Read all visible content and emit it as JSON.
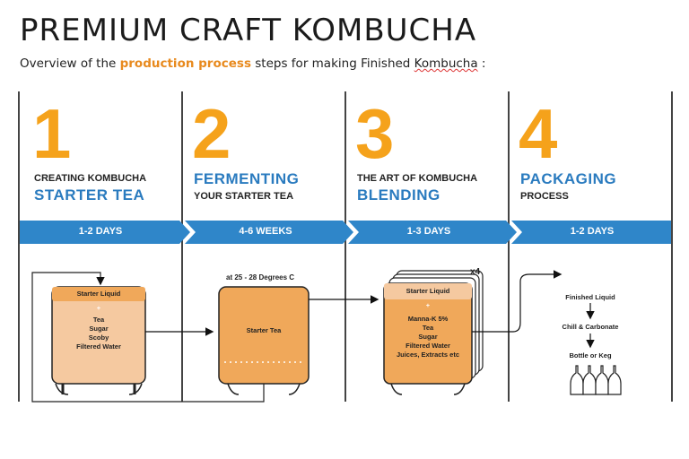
{
  "header": {
    "title": "PREMIUM CRAFT KOMBUCHA",
    "subtitle_pre": "Overview of the ",
    "subtitle_highlight": "production process",
    "subtitle_mid": " steps for making Finished ",
    "subtitle_word": "Kombucha",
    "subtitle_post": " :"
  },
  "steps": [
    {
      "number": "1",
      "small": "CREATING KOMBUCHA",
      "large": "STARTER TEA",
      "duration": "1-2 DAYS"
    },
    {
      "number": "2",
      "large": "FERMENTING",
      "small": "YOUR STARTER TEA",
      "duration": "4-6 WEEKS"
    },
    {
      "number": "3",
      "small": "THE ART OF KOMBUCHA",
      "large": "BLENDING",
      "duration": "1-3 DAYS"
    },
    {
      "number": "4",
      "large": "PACKAGING",
      "small": "PROCESS",
      "duration": "1-2 DAYS"
    }
  ],
  "tank1": {
    "top": "Starter Liquid",
    "plus": "+",
    "items": [
      "Tea",
      "Sugar",
      "Scoby",
      "Filtered Water"
    ]
  },
  "tank2": {
    "temp": "at 25 - 28 Degrees C",
    "label": "Starter Tea"
  },
  "tank3": {
    "top": "Starter Liquid",
    "plus": "+",
    "items": [
      "Manna-K 5%",
      "Tea",
      "Sugar",
      "Filtered Water",
      "Juices, Extracts etc"
    ],
    "multiplier": "x4"
  },
  "packaging": {
    "steps": [
      "Finished Liquid",
      "Chill & Carbonate",
      "Bottle or Keg"
    ]
  },
  "colors": {
    "orange": "#f5a21b",
    "blue": "#2a7bbf",
    "banner": "#2f86c9",
    "tank": "#f0a85a"
  }
}
